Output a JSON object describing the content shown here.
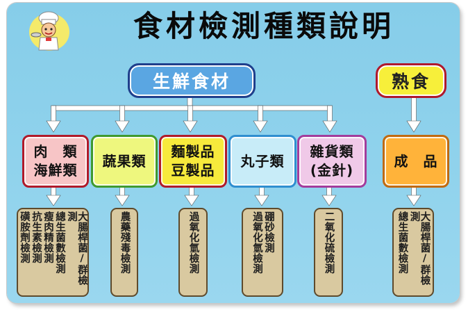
{
  "title": "食材檢測種類說明",
  "top_nodes": {
    "fresh": "生鮮食材",
    "cooked": "熟食"
  },
  "categories": [
    {
      "line1": "肉　類",
      "line2": "海鮮類"
    },
    {
      "line1": "蔬果類",
      "line2": ""
    },
    {
      "line1": "麵製品",
      "line2": "豆製品"
    },
    {
      "line1": "丸子類",
      "line2": ""
    },
    {
      "line1": "雜貨類",
      "line2": "(金針)"
    },
    {
      "line1": "成　品",
      "line2": ""
    }
  ],
  "tests": [
    [
      "大腸桿菌/群檢測",
      "總生菌數檢測",
      "瘦肉精檢測",
      "抗生素檢測",
      "磺胺劑檢測"
    ],
    [
      "農藥殘毒檢測"
    ],
    [
      "過氧化氫檢測"
    ],
    [
      "硼砂檢測",
      "過氧化氫檢測"
    ],
    [
      "二氧化硫檢測"
    ],
    [
      "大腸桿菌/群檢測",
      "總生菌數檢測"
    ]
  ],
  "colors": {
    "background": "#8fd2ec",
    "connector": "#ffffff",
    "test_box": "#d9c9a0"
  }
}
